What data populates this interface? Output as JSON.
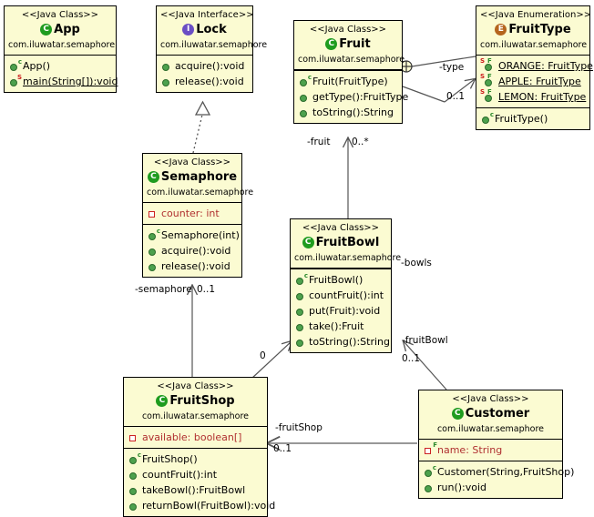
{
  "diagram": {
    "title": "Semaphore pattern UML class diagram",
    "package": "com.iluwatar.semaphore",
    "colors": {
      "box_fill": "#fbfbd2",
      "box_border": "#000000",
      "field_text": "#b03030",
      "class_badge": "#1f9c1f",
      "interface_badge": "#6a4ec4",
      "enum_badge": "#b5651d",
      "member_dot": "#4da14d",
      "edge": "#555555"
    }
  },
  "classes": [
    {
      "id": "app",
      "stereotype": "<<Java Class>>",
      "name": "App",
      "kind": "c",
      "package": "com.iluwatar.semaphore",
      "fields": [],
      "methods": [
        {
          "text": "App()",
          "icon": "method-constructor"
        },
        {
          "text": "main(String[]):void",
          "icon": "method-static"
        }
      ]
    },
    {
      "id": "lock",
      "stereotype": "<<Java Interface>>",
      "name": "Lock",
      "kind": "i",
      "package": "com.iluwatar.semaphore",
      "fields": [],
      "methods": [
        {
          "text": "acquire():void",
          "icon": "method-public"
        },
        {
          "text": "release():void",
          "icon": "method-public"
        }
      ]
    },
    {
      "id": "fruit",
      "stereotype": "<<Java Class>>",
      "name": "Fruit",
      "kind": "c",
      "package": "com.iluwatar.semaphore",
      "fields": [],
      "methods": [
        {
          "text": "Fruit(FruitType)",
          "icon": "method-constructor"
        },
        {
          "text": "getType():FruitType",
          "icon": "method-public"
        },
        {
          "text": "toString():String",
          "icon": "method-public"
        }
      ]
    },
    {
      "id": "fruittype",
      "stereotype": "<<Java Enumeration>>",
      "name": "FruitType",
      "kind": "e",
      "package": "com.iluwatar.semaphore",
      "constants": [
        {
          "text": "ORANGE: FruitType",
          "icon": "enum-constant"
        },
        {
          "text": "APPLE: FruitType",
          "icon": "enum-constant"
        },
        {
          "text": "LEMON: FruitType",
          "icon": "enum-constant"
        }
      ],
      "methods": [
        {
          "text": "FruitType()",
          "icon": "method-constructor"
        }
      ]
    },
    {
      "id": "semaphore",
      "stereotype": "<<Java Class>>",
      "name": "Semaphore",
      "kind": "c",
      "package": "com.iluwatar.semaphore",
      "fields": [
        {
          "text": "counter: int",
          "icon": "field-private"
        }
      ],
      "methods": [
        {
          "text": "Semaphore(int)",
          "icon": "method-constructor"
        },
        {
          "text": "acquire():void",
          "icon": "method-public"
        },
        {
          "text": "release():void",
          "icon": "method-public"
        }
      ]
    },
    {
      "id": "fruitbowl",
      "stereotype": "<<Java Class>>",
      "name": "FruitBowl",
      "kind": "c",
      "package": "com.iluwatar.semaphore",
      "fields": [],
      "methods": [
        {
          "text": "FruitBowl()",
          "icon": "method-constructor"
        },
        {
          "text": "countFruit():int",
          "icon": "method-public"
        },
        {
          "text": "put(Fruit):void",
          "icon": "method-public"
        },
        {
          "text": "take():Fruit",
          "icon": "method-public"
        },
        {
          "text": "toString():String",
          "icon": "method-public"
        }
      ]
    },
    {
      "id": "fruitshop",
      "stereotype": "<<Java Class>>",
      "name": "FruitShop",
      "kind": "c",
      "package": "com.iluwatar.semaphore",
      "fields": [
        {
          "text": "available: boolean[]",
          "icon": "field-private"
        }
      ],
      "methods": [
        {
          "text": "FruitShop()",
          "icon": "method-constructor"
        },
        {
          "text": "countFruit():int",
          "icon": "method-public"
        },
        {
          "text": "takeBowl():FruitBowl",
          "icon": "method-public"
        },
        {
          "text": "returnBowl(FruitBowl):void",
          "icon": "method-public"
        }
      ]
    },
    {
      "id": "customer",
      "stereotype": "<<Java Class>>",
      "name": "Customer",
      "kind": "c",
      "package": "com.iluwatar.semaphore",
      "fields": [
        {
          "text": "name: String",
          "icon": "field-private-final"
        }
      ],
      "methods": [
        {
          "text": "Customer(String,FruitShop)",
          "icon": "method-constructor"
        },
        {
          "text": "run():void",
          "icon": "method-public"
        }
      ]
    }
  ],
  "edges": [
    {
      "id": "semaphore-implements-lock",
      "from": "semaphore",
      "to": "lock",
      "type": "realization",
      "role": "",
      "multiplicity": ""
    },
    {
      "id": "fruit-type",
      "from": "fruit",
      "to": "fruittype",
      "type": "composition",
      "role": "-type",
      "multiplicity": "0..1"
    },
    {
      "id": "fruitbowl-fruit",
      "from": "fruitbowl",
      "to": "fruit",
      "type": "association",
      "role": "-fruit",
      "multiplicity": "0..*"
    },
    {
      "id": "fruitshop-semaphore",
      "from": "fruitshop",
      "to": "semaphore",
      "type": "association",
      "role": "-semaphore",
      "multiplicity": "0..1"
    },
    {
      "id": "fruitshop-bowls",
      "from": "fruitshop",
      "to": "fruitbowl",
      "type": "association",
      "role": "-bowls",
      "multiplicity": "0..*"
    },
    {
      "id": "customer-fruitbowl",
      "from": "customer",
      "to": "fruitbowl",
      "type": "association",
      "role": "-fruitBowl",
      "multiplicity": "0..1"
    },
    {
      "id": "customer-fruitshop",
      "from": "customer",
      "to": "fruitshop",
      "type": "association",
      "role": "-fruitShop",
      "multiplicity": "0..1"
    }
  ],
  "edge_labels": {
    "type_role": "-type",
    "type_mult": "0..1",
    "fruit_role": "-fruit",
    "fruit_mult": "0..*",
    "semaphore_role": "-semaphore",
    "semaphore_mult": "0..1",
    "bowls_role": "-bowls",
    "bowls_mult": "0",
    "fruitbowl_role": "-fruitBowl",
    "fruitbowl_mult": "0..1",
    "fruitshop_role": "-fruitShop",
    "fruitshop_mult": "0..1"
  }
}
